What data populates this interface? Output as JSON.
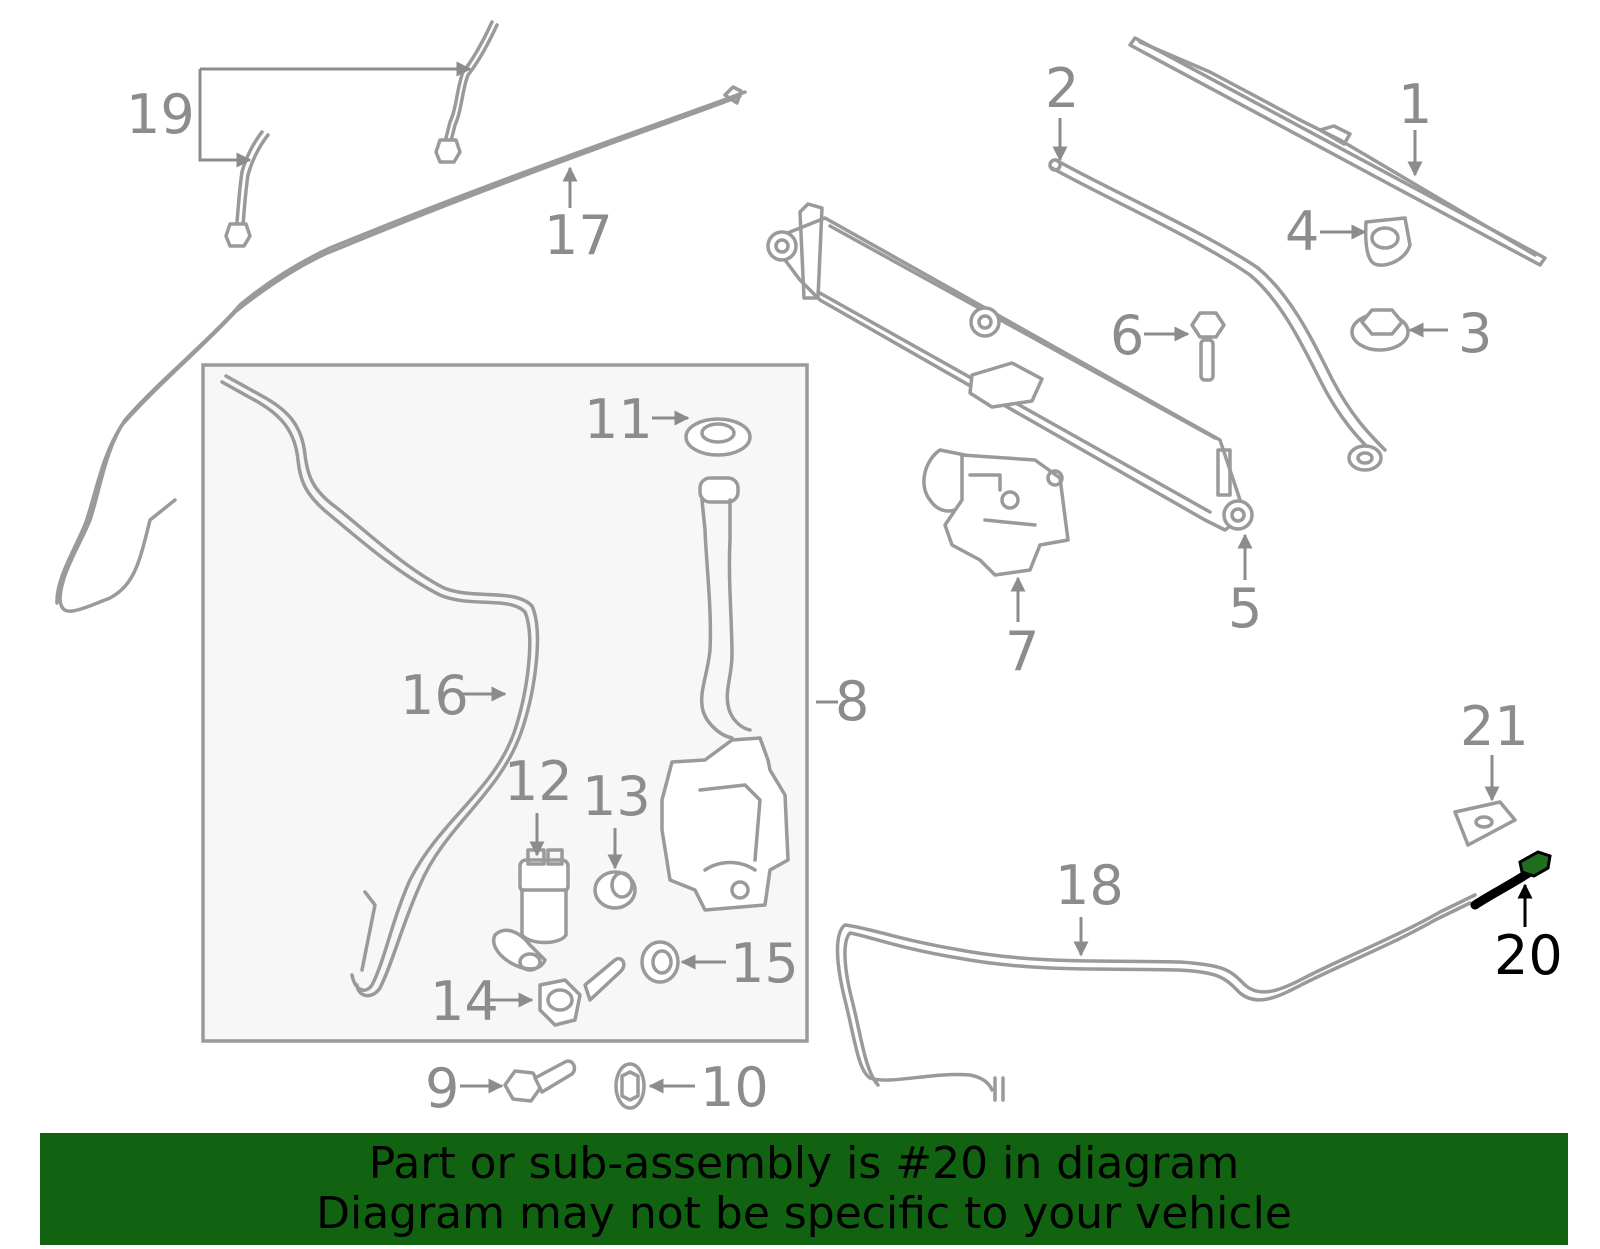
{
  "callouts": {
    "c1": "1",
    "c2": "2",
    "c3": "3",
    "c4": "4",
    "c5": "5",
    "c6": "6",
    "c7": "7",
    "c8": "8",
    "c9": "9",
    "c10": "10",
    "c11": "11",
    "c12": "12",
    "c13": "13",
    "c14": "14",
    "c15": "15",
    "c16": "16",
    "c17": "17",
    "c18": "18",
    "c19": "19",
    "c20": "20",
    "c21": "21"
  },
  "highlighted_part": "20",
  "colors": {
    "banner": "#116311",
    "inset_panel": "#f7f7f7",
    "parts": "#9a9a9a",
    "highlight": "#1f6d1f"
  },
  "banner": {
    "line1": "Part or sub-assembly is #20 in diagram",
    "line2": "Diagram may not be specific to your vehicle"
  }
}
